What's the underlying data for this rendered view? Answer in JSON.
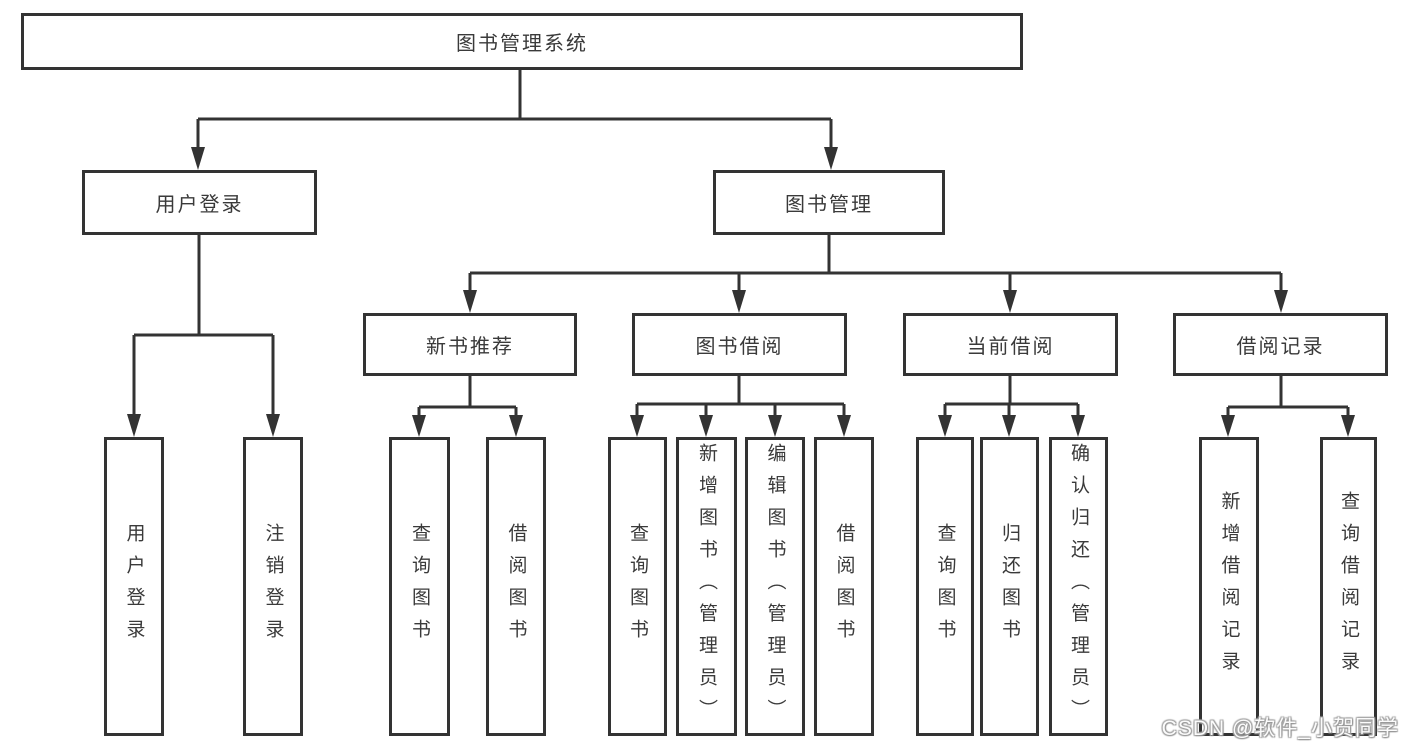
{
  "tree": {
    "label": "图书管理系统",
    "children": [
      {
        "label": "用户登录",
        "children": [
          {
            "label": "用户登录"
          },
          {
            "label": "注销登录"
          }
        ]
      },
      {
        "label": "图书管理",
        "children": [
          {
            "label": "新书推荐",
            "children": [
              {
                "label": "查询图书"
              },
              {
                "label": "借阅图书"
              }
            ]
          },
          {
            "label": "图书借阅",
            "children": [
              {
                "label": "查询图书"
              },
              {
                "label": "新增图书（管理员）"
              },
              {
                "label": "编辑图书（管理员）"
              },
              {
                "label": "借阅图书"
              }
            ]
          },
          {
            "label": "当前借阅",
            "children": [
              {
                "label": "查询图书"
              },
              {
                "label": "归还图书"
              },
              {
                "label": "确认归还（管理员）"
              }
            ]
          },
          {
            "label": "借阅记录",
            "children": [
              {
                "label": "新增借阅记录"
              },
              {
                "label": "查询借阅记录"
              }
            ]
          }
        ]
      }
    ]
  },
  "watermark": {
    "text": "CSDN @软件_小贺同学"
  },
  "colors": {
    "line": "#333333",
    "text": "#3a3a3a",
    "background": "#ffffff"
  }
}
